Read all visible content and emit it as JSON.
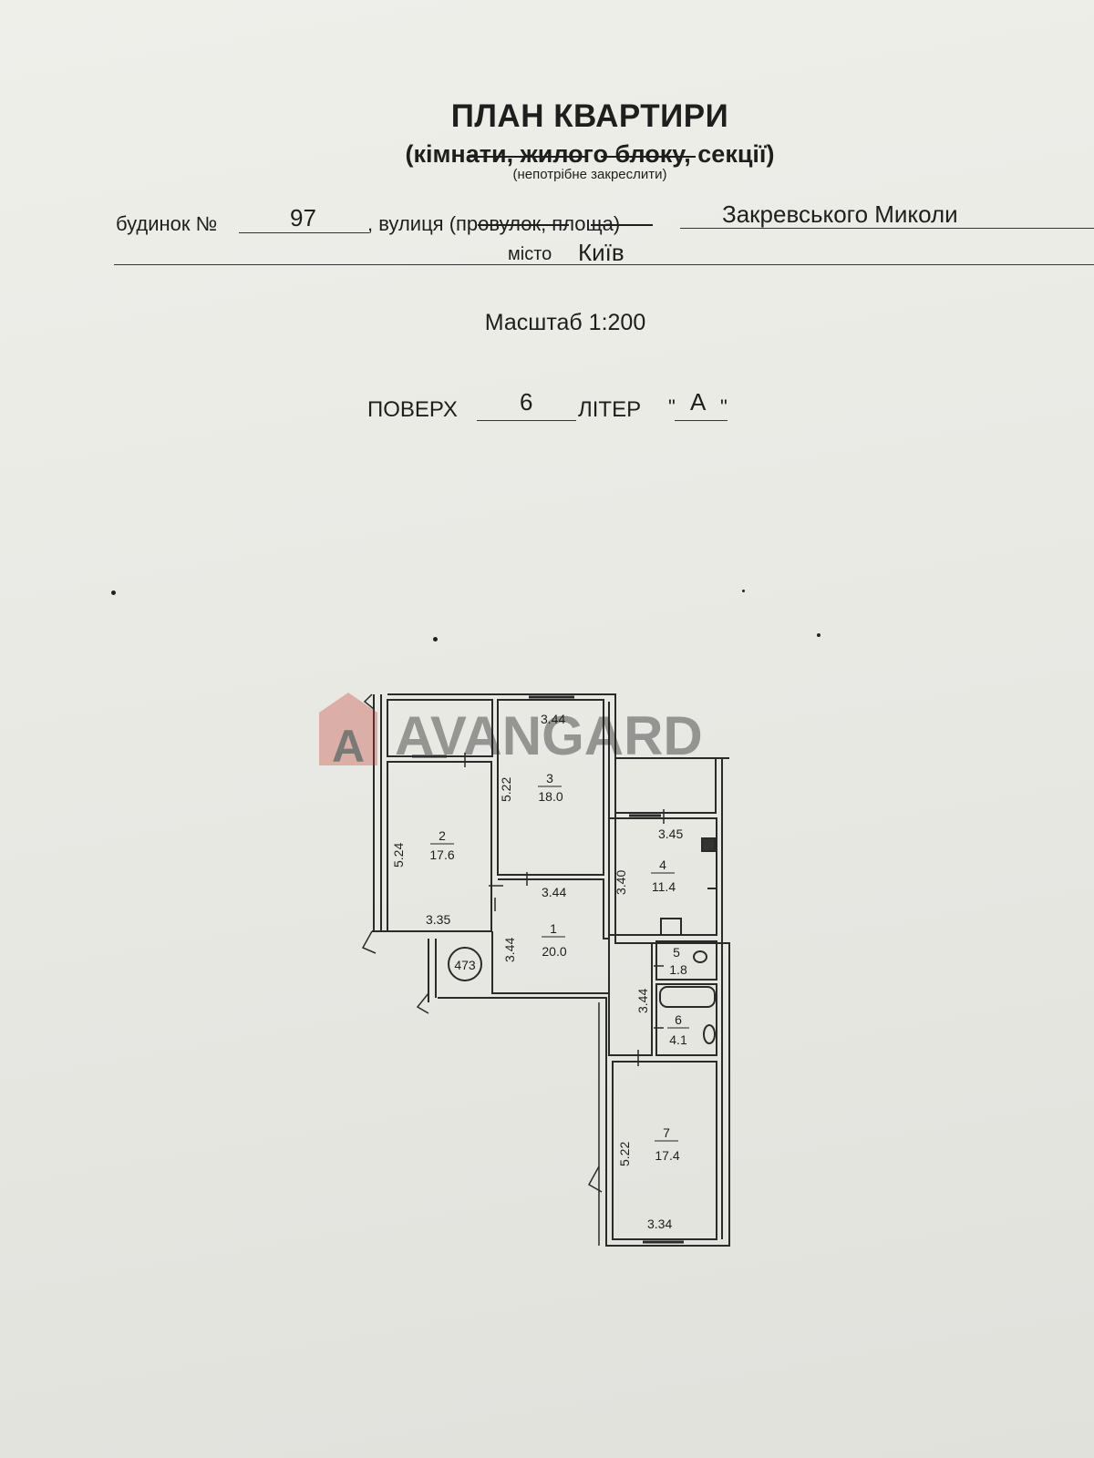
{
  "header": {
    "title": "ПЛАН КВАРТИРИ",
    "subtitle": "(кімнати, жилого блоку, секції)",
    "note": "(непотрібне закреслити)"
  },
  "address": {
    "house_label": "будинок №",
    "house_number": "97",
    "street_label": ", вулиця (провулок, площа)",
    "street_name": "Закревського Миколи",
    "city_label": "місто",
    "city_name": "Київ"
  },
  "scale": "Масштаб 1:200",
  "floor": {
    "floor_label": "ПОВЕРХ",
    "floor_number": "6",
    "letter_label": "ЛІТЕР",
    "letter_open_quote": "\"",
    "letter_value": "А",
    "letter_close_quote": "\""
  },
  "watermark": {
    "text": "AVANGARD",
    "logo_letter": "A",
    "color": "#c0392b"
  },
  "plan": {
    "unit_number": "473",
    "rooms": [
      {
        "number": "1",
        "area": "20.0"
      },
      {
        "number": "2",
        "area": "17.6"
      },
      {
        "number": "3",
        "area": "18.0"
      },
      {
        "number": "4",
        "area": "11.4"
      },
      {
        "number": "5",
        "area": "1.8"
      },
      {
        "number": "6",
        "area": "4.1"
      },
      {
        "number": "7",
        "area": "17.4"
      }
    ],
    "dimensions": {
      "room3_top": "3.44",
      "room3_side": "5.22",
      "room2_side": "5.24",
      "room2_bottom": "3.35",
      "hall_top": "3.44",
      "hall_side": "3.44",
      "kitchen_top": "3.45",
      "kitchen_side": "3.40",
      "corridor_side": "3.44",
      "room7_side": "5.22",
      "room7_bottom": "3.34"
    }
  }
}
